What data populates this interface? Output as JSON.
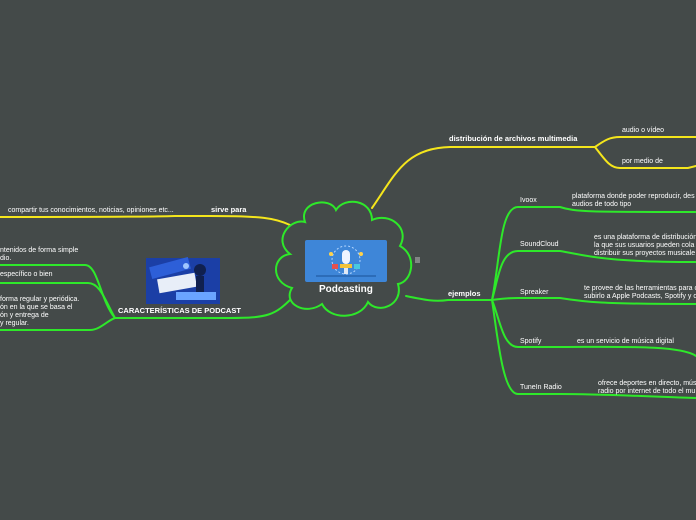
{
  "center": {
    "title": "Podcasting",
    "icon": "podcast-microphone-icon"
  },
  "center_note_icon": "notes-icon",
  "branches": {
    "distribucion": {
      "label": "distribución de archivos multimedia",
      "children": [
        "audio o vídeo",
        "por medio de"
      ]
    },
    "sirve_para": {
      "label": "sirve para",
      "children": [
        "compartir tus conocimientos, noticias, opiniones etc..."
      ]
    },
    "caracteristicas": {
      "label": "CARACTERÍSTICAS DE PODCAST",
      "children": [
        [
          "ntenidos de forma simple",
          "dio."
        ],
        [
          "específico o bien"
        ],
        [
          "forma regular y periódica.",
          "ón en la que se basa el",
          "ón y entrega de",
          "y regular."
        ]
      ]
    },
    "ejemplos": {
      "label": "ejemplos",
      "items": [
        {
          "name": "Ivoox",
          "desc": [
            "plataforma donde poder reproducir, des",
            "audios de todo tipo"
          ]
        },
        {
          "name": "SoundCloud",
          "desc": [
            "es una plataforma de distribución",
            "la que sus usuarios pueden cola",
            "distribuir sus proyectos musicale"
          ]
        },
        {
          "name": "Spreaker",
          "desc": [
            "te provee de las herramientas para c",
            "subirlo a Apple Podcasts, Spotify y o"
          ]
        },
        {
          "name": "Spotify",
          "desc": [
            "es un servicio de música digital"
          ]
        },
        {
          "name": "TuneIn Radio",
          "desc": [
            "ofrece deportes en directo, músi",
            "radio por internet de todo el mu"
          ]
        }
      ]
    }
  },
  "colors": {
    "background": "#444a49",
    "yellow_branch": "#f5e61c",
    "green_branch": "#2ee82a",
    "cloud_fill": "#444a49",
    "center_box": "#3e86d8"
  }
}
